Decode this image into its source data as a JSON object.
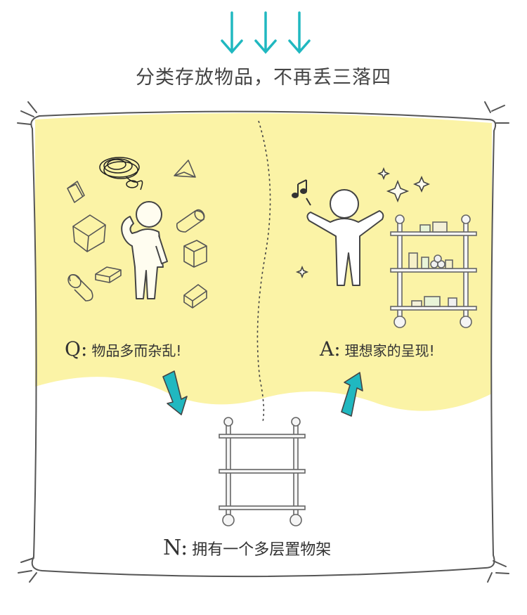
{
  "header": {
    "title": "分类存放物品，不再丢三落四"
  },
  "panels": {
    "question": {
      "letter": "Q:",
      "text": "物品多而杂乱!"
    },
    "answer": {
      "letter": "A:",
      "text": "理想家的呈现!"
    },
    "solution": {
      "letter": "N:",
      "text": "拥有一个多层置物架"
    }
  },
  "colors": {
    "accent_teal": "#20b8c0",
    "panel_yellow": "#fbf3a6",
    "line_gray": "#555555",
    "figure_fill": "#fffdf0"
  }
}
